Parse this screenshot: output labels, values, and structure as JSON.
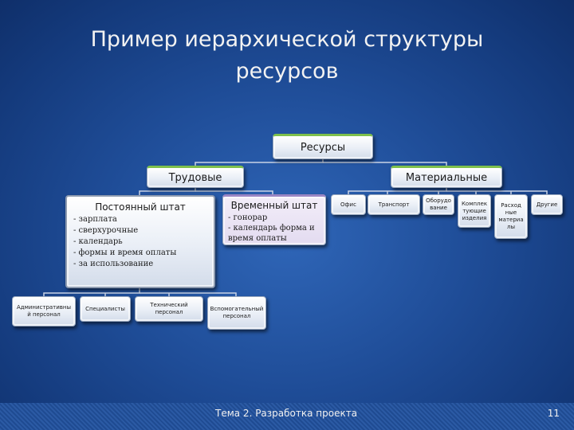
{
  "slide": {
    "title": "Пример иерархической структуры ресурсов",
    "footer": "Тема 2. Разработка проекта",
    "page_number": "11"
  },
  "hierarchy": {
    "root": "Ресурсы",
    "labor": {
      "label": "Трудовые",
      "permanent": {
        "label": "Постоянный штат",
        "items": [
          "- зарплата",
          "- сверхурочные",
          "- календарь",
          "- формы и время оплаты",
          "- за использование"
        ]
      },
      "temporary": {
        "label": "Временный штат",
        "items": [
          "- гонорар",
          "- календарь форма и",
          "время оплаты"
        ]
      },
      "staff_types": [
        "Административны й персонал",
        "Специалисты",
        "Технический персонал",
        "Вспомогательный персонал"
      ]
    },
    "material": {
      "label": "Материальные",
      "items": [
        "Офис",
        "Транспорт",
        "Оборудо вание",
        "Комплек тующие изделия",
        "Расход ные материа лы",
        "Другие"
      ]
    }
  }
}
